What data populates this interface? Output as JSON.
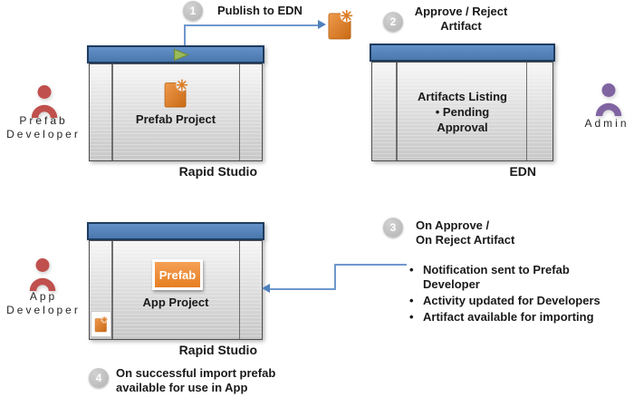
{
  "actors": {
    "prefab_developer": {
      "label": "Prefab\nDeveloper",
      "color": "#c0504d"
    },
    "admin": {
      "label": "Admin",
      "color": "#8064a2"
    },
    "app_developer": {
      "label": "App\nDeveloper",
      "color": "#c0504d"
    }
  },
  "windows": {
    "rapid_studio_top": {
      "project_label": "Prefab Project",
      "caption": "Rapid Studio",
      "titlebar_color": "#4f81bd"
    },
    "edn": {
      "listing_label": "Artifacts Listing\n•   Pending\nApproval",
      "caption": "EDN",
      "titlebar_color": "#4f81bd"
    },
    "rapid_studio_bottom": {
      "prefab_chip_label": "Prefab",
      "project_label": "App Project",
      "caption": "Rapid Studio",
      "titlebar_color": "#4f81bd"
    }
  },
  "steps": {
    "step1": {
      "number": "1",
      "label": "Publish to EDN"
    },
    "step2": {
      "number": "2",
      "label": "Approve / Reject\nArtifact"
    },
    "step3": {
      "number": "3",
      "label": "On Approve /\nOn Reject Artifact"
    },
    "step4": {
      "number": "4",
      "label": "On successful import prefab\navailable for use in App"
    }
  },
  "notes": {
    "bullets": [
      "Notification sent to Prefab\nDeveloper",
      "Activity updated for Developers",
      "Artifact available for importing"
    ]
  },
  "icons": {
    "play_icon_color": "#9bbb59",
    "artifact_icon_color": "#e0802c",
    "step_circle_color": "#bfbfbf",
    "connector_color": "#6f98cd"
  }
}
